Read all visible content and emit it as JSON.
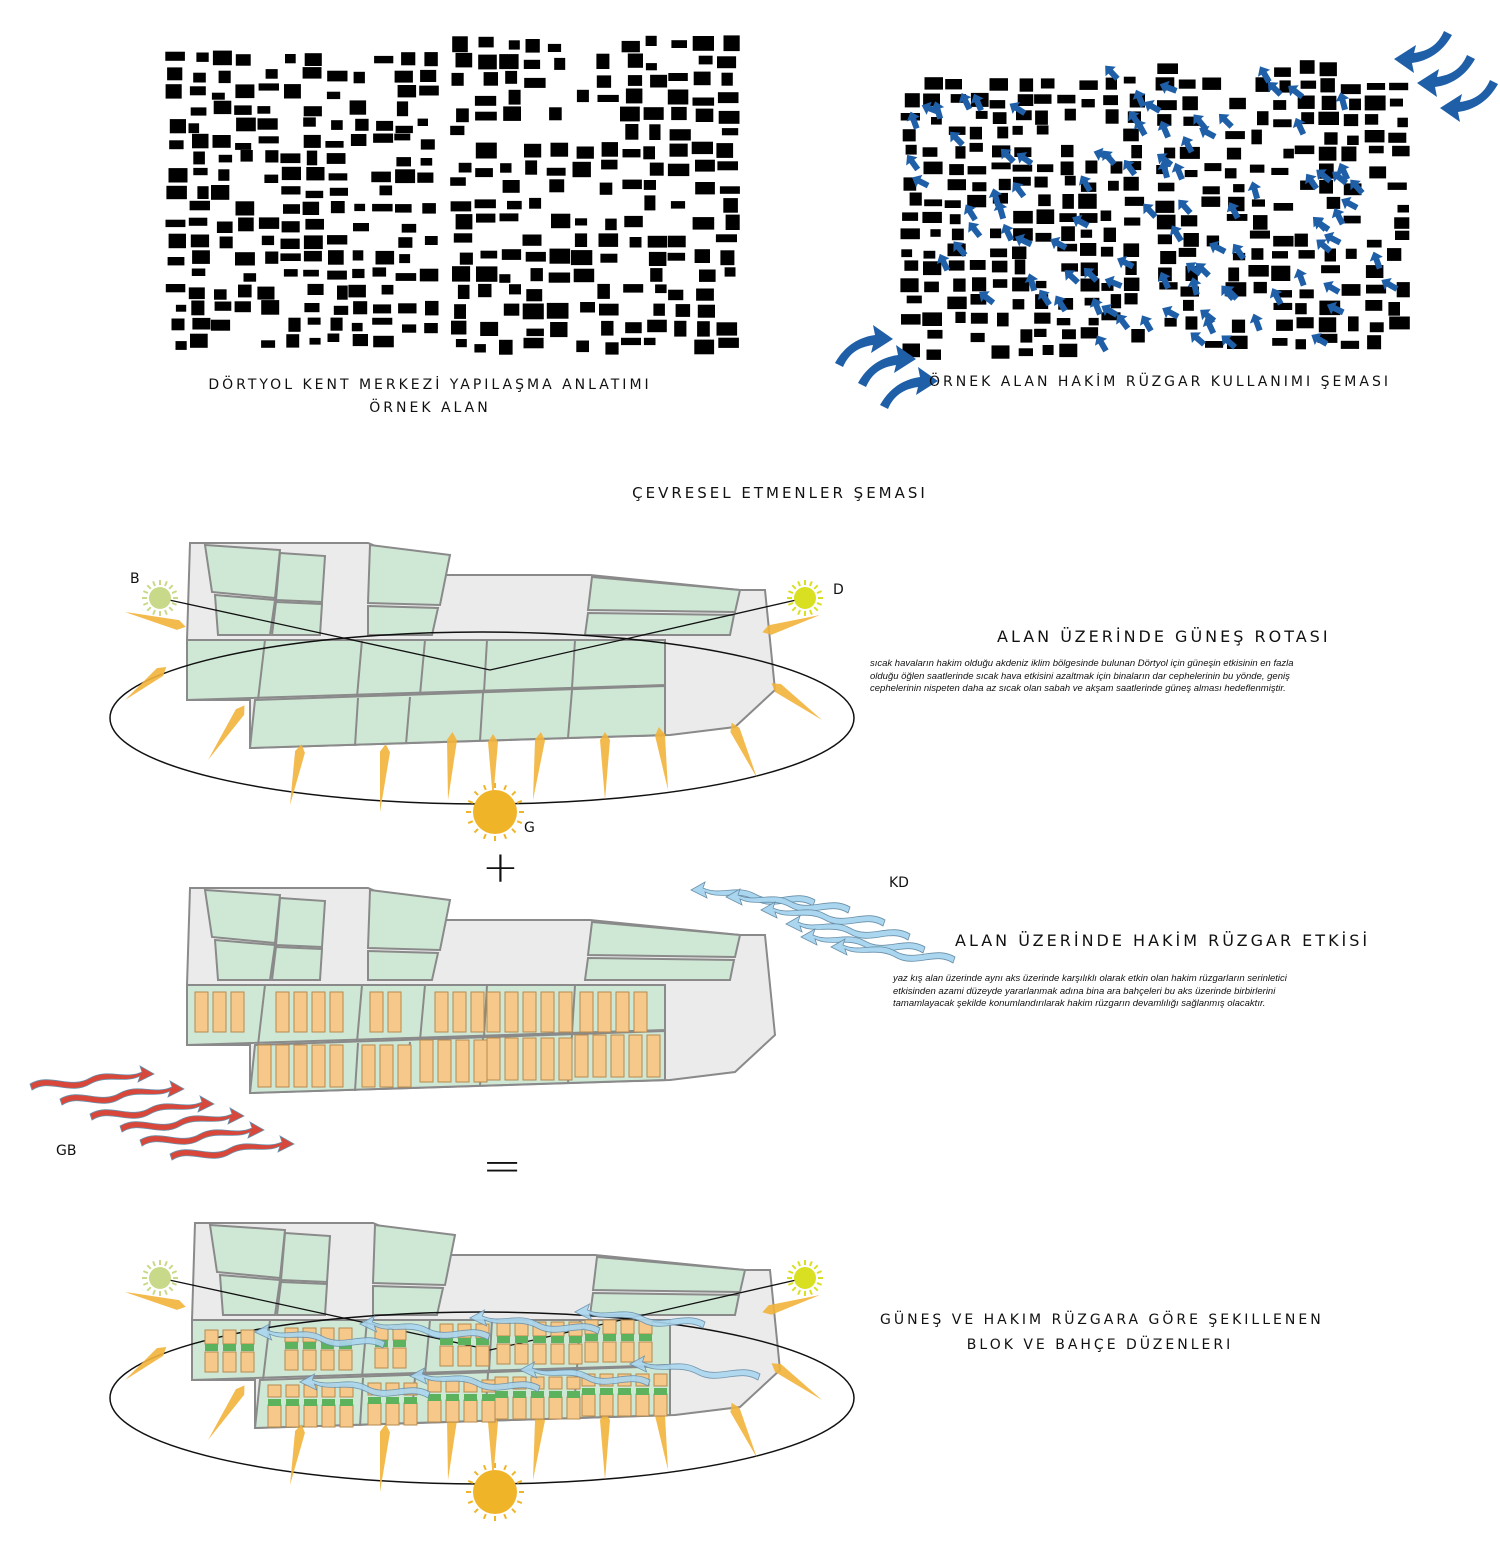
{
  "top_left": {
    "caption_line1": "DÖRTYOL KENT MERKEZİ YAPILAŞMA ANLATIMI",
    "caption_line2": "ÖRNEK ALAN"
  },
  "top_right": {
    "caption": "ÖRNEK ALAN HAKİM RÜZGAR KULLANIMI ŞEMASI"
  },
  "section_title": "ÇEVRESEL ETMENLER ŞEMASI",
  "sun_panel": {
    "heading": "ALAN  ÜZERİNDE GÜNEŞ ROTASI",
    "paragraph": [
      "sıcak havaların hakim olduğu akdeniz iklim bölgesinde bulunan Dörtyol için güneşin etkisinin en fazla",
      "olduğu öğlen saatlerinde sıcak hava etkisini azaltmak için binaların dar cephelerinin bu yönde, geniş",
      "cephelerinin nispeten daha az sıcak olan sabah ve akşam saatlerinde güneş alması hedeflenmiştir."
    ],
    "label_west": "B",
    "label_east": "D",
    "label_south": "G"
  },
  "plus_symbol": "+",
  "wind_panel": {
    "heading": "ALAN  ÜZERİNDE HAKİM RÜZGAR ETKİSİ",
    "paragraph": [
      "yaz kış alan üzerinde aynı aks üzerinde karşılıklı olarak etkin olan hakim rüzgarların serinletici",
      "etkisinden azami düzeyde yararlanmak adına bina ara bahçeleri bu aks üzerinde birbirlerini",
      "tamamlayacak şekilde konumlandırılarak hakim rüzgarın devamlılığı sağlanmış olacaktır."
    ],
    "label_northeast": "KD",
    "label_southwest": "GB"
  },
  "equals_symbol": "=",
  "result_panel": {
    "heading_line1": "GÜNEŞ VE HAKIM RÜZGARA GÖRE ŞEKILLENEN",
    "heading_line2": "BLOK VE BAHÇE DÜZENLERI"
  },
  "colors": {
    "green": "#cfe8d5",
    "grey": "#ebebeb",
    "block": "#f6c98a",
    "sun": "#f0b429",
    "sun_pale": "#c8d98a",
    "sun_yellow": "#d9e021",
    "wind_blue": "#aad6ef",
    "wind_red": "#d9473b",
    "arrow_blue": "#1f5fa8",
    "garden": "#5db35d"
  }
}
